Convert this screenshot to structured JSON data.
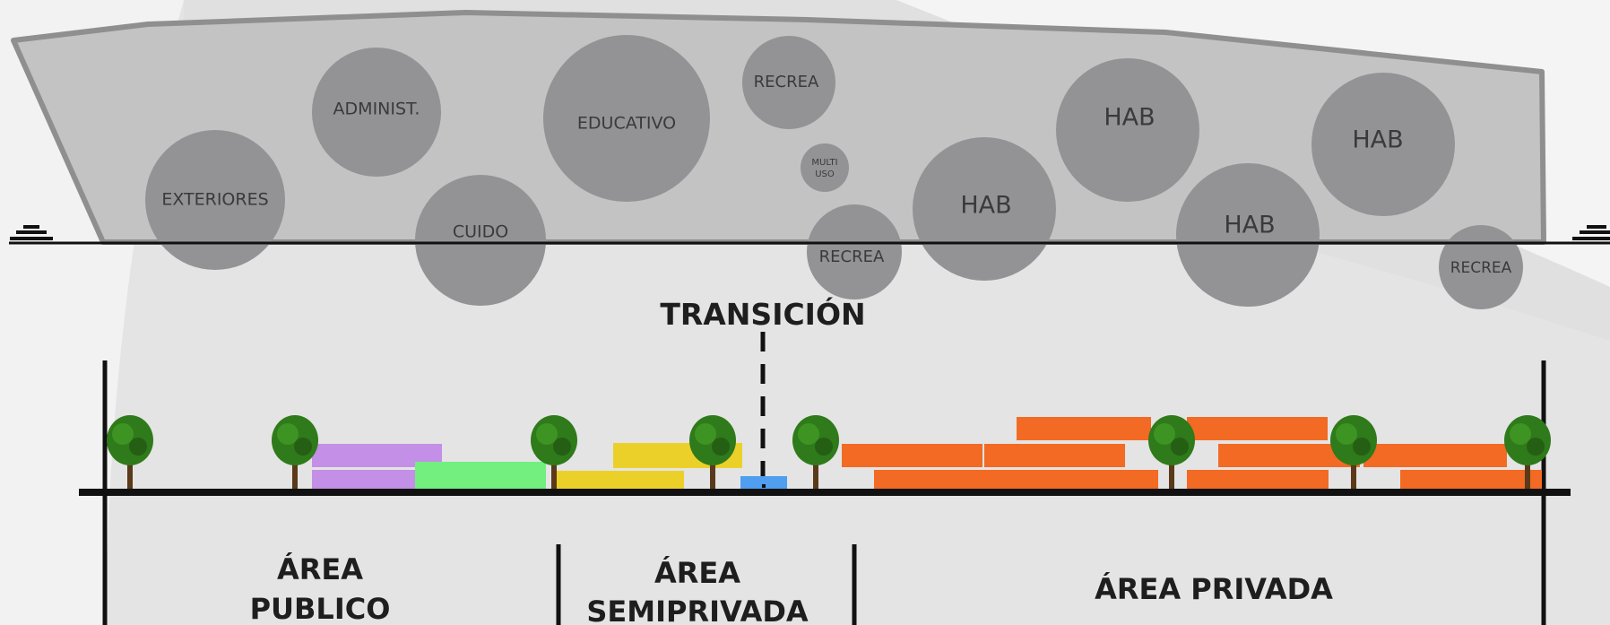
{
  "bubbles": [
    {
      "label": "EXTERIORES"
    },
    {
      "label": "ADMINIST."
    },
    {
      "label": "CUIDO"
    },
    {
      "label": "EDUCATIVO"
    },
    {
      "label": "RECREA"
    },
    {
      "label": "MULTI"
    },
    {
      "label": "USO"
    },
    {
      "label": "RECREA"
    },
    {
      "label": "HAB"
    },
    {
      "label": "HAB"
    },
    {
      "label": "HAB"
    },
    {
      "label": "HAB"
    },
    {
      "label": "RECREA"
    }
  ],
  "transition": {
    "label": "TRANSICIÓN"
  },
  "zones": {
    "public": {
      "line1": "ÁREA",
      "line2": "PUBLICO"
    },
    "semiprivate": {
      "line1": "ÁREA",
      "line2": "SEMIPRIVADA"
    },
    "private": {
      "label": "ÁREA PRIVADA"
    }
  },
  "colors": {
    "background": "#e4e4e4",
    "band": "#c3c3c3",
    "bubble": "#939396",
    "lavender": "#c48fe6",
    "green": "#72ef7f",
    "yellow": "#ecd02a",
    "blue": "#4f9ef0",
    "orange": "#f26a23",
    "tree": "#2f7a1a"
  }
}
